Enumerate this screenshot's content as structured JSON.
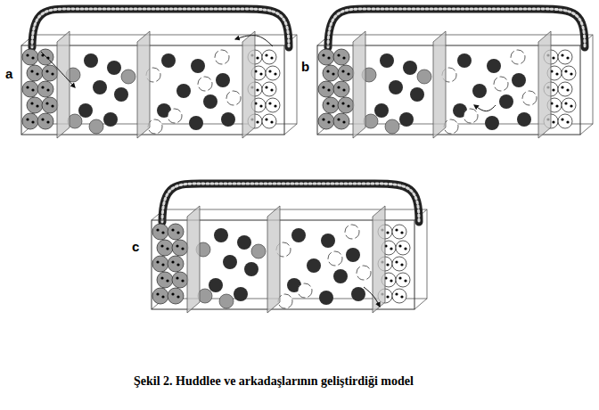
{
  "diagram": {
    "caption": "Şekil 2. Huddlee ve arkadaşlarının geliştirdiği model",
    "labels": [
      "a",
      "b",
      "c"
    ]
  }
}
